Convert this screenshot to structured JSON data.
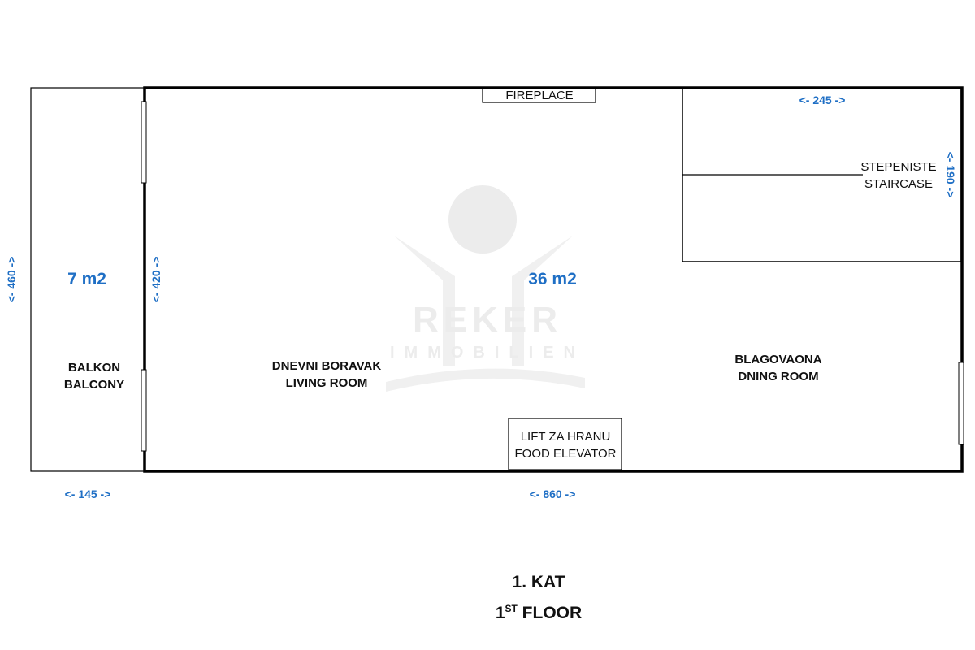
{
  "watermark": {
    "brand": "REKER",
    "sub": "IMMOBILIEN"
  },
  "rooms": {
    "balcony": {
      "name_hr": "BALKON",
      "name_en": "BALCONY",
      "area": "7 m2"
    },
    "living": {
      "name_hr": "DNEVNI BORAVAK",
      "name_en": "LIVING ROOM",
      "area": "36 m2"
    },
    "dining": {
      "name_hr": "BLAGOVAONA",
      "name_en": "DNING ROOM"
    },
    "staircase": {
      "name_hr": "STEPENISTE",
      "name_en": "STAIRCASE"
    },
    "fireplace": "FIREPLACE",
    "elevator": {
      "name_hr": "LIFT ZA HRANU",
      "name_en": "FOOD ELEVATOR"
    }
  },
  "dimensions": {
    "balcony_height": "<- 460 ->",
    "wall_height": "<- 420 ->",
    "balcony_width": "<- 145 ->",
    "main_width": "<- 860 ->",
    "stair_width": "<- 245 ->",
    "stair_height": "<- 190 ->"
  },
  "title": {
    "line1": "1. KAT",
    "line2_num": "1",
    "line2_sup": "ST",
    "line2_rest": " FLOOR"
  },
  "colors": {
    "dimension": "#1f6fc5",
    "wall": "#000000"
  }
}
